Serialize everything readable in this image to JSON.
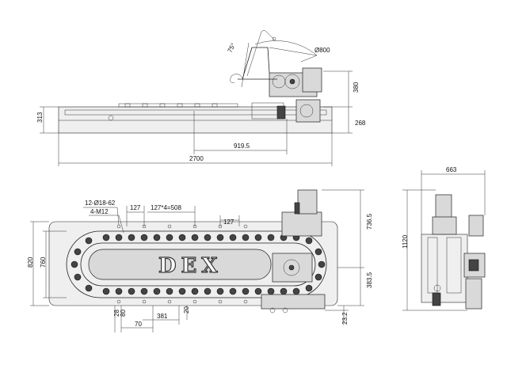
{
  "drawing": {
    "logo_text": "DEX",
    "side_view": {
      "angle_label": "75°",
      "diameter_label": "Ø800",
      "height_upper": "380",
      "height_lower": "268",
      "height_total": "313",
      "span_label": "919.5",
      "length_label": "2700"
    },
    "plan_view": {
      "holes_label": "12-Ø18-62",
      "thread_label": "4-M12",
      "pitch_single": "127",
      "pitch_multi": "127*4=508",
      "pitch_right": "127",
      "width_outer": "820",
      "width_inner": "760",
      "height_right_upper": "736.5",
      "height_right_lower": "383.5",
      "bottom_28": "28",
      "bottom_80": "80",
      "bottom_70": "70",
      "bottom_381": "381",
      "bottom_20": "20",
      "bottom_23": "23.2"
    },
    "end_view": {
      "width_label": "663",
      "height_label": "1120"
    }
  }
}
